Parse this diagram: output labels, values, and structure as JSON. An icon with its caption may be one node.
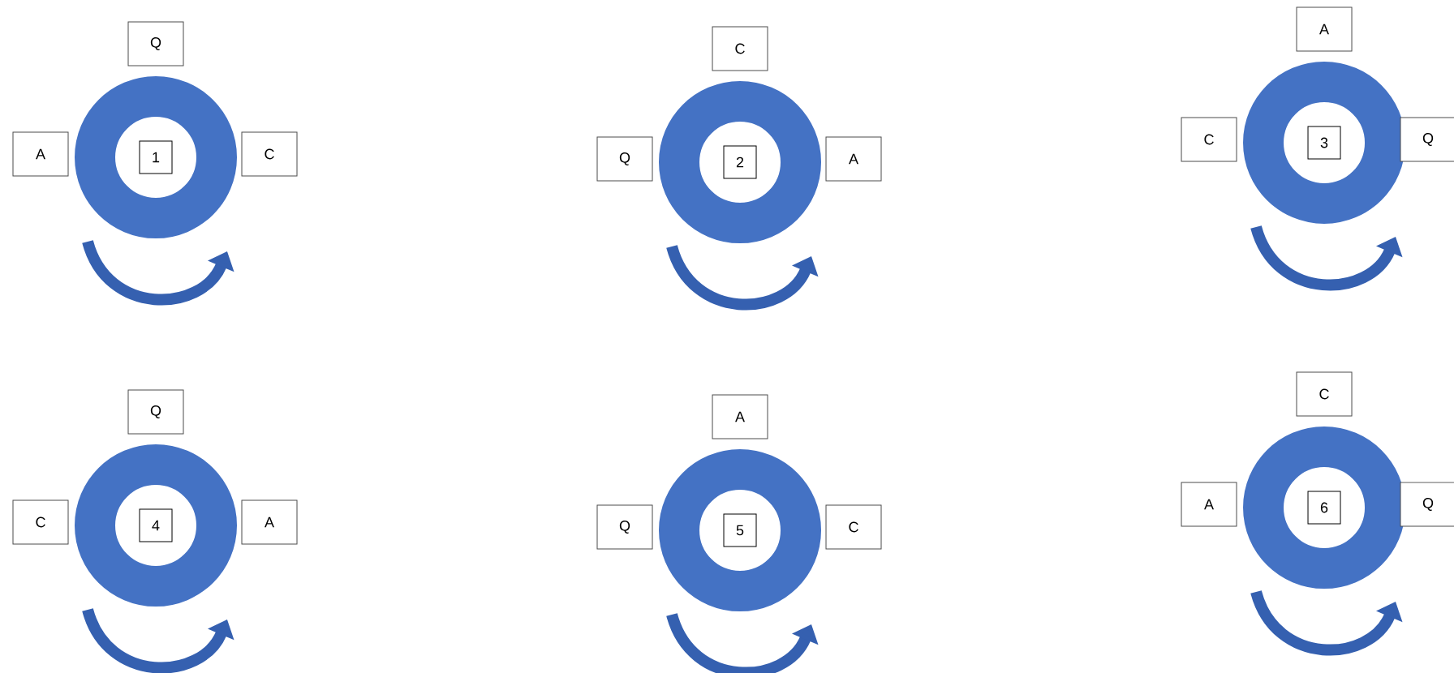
{
  "diagram": {
    "nodes": [
      {
        "text": [
          "Q"
        ]
      },
      {
        "text": [
          "A"
        ]
      },
      {
        "text": [],
        "shape": "circle"
      },
      {
        "text": [
          "1"
        ],
        "in": 2
      },
      {
        "text": [
          "C"
        ]
      },
      {
        "text": [
          "C"
        ]
      },
      {
        "text": [
          "Q"
        ]
      },
      {
        "text": [],
        "shape": "circle"
      },
      {
        "text": [
          "2"
        ],
        "in": 7
      },
      {
        "text": [
          "A"
        ]
      },
      {
        "text": [
          "A"
        ]
      },
      {
        "text": [
          "C"
        ]
      },
      {
        "text": [],
        "shape": "circle"
      },
      {
        "text": [
          "3"
        ],
        "in": 12
      },
      {
        "text": [
          "Q"
        ]
      },
      {
        "text": [
          "Q"
        ]
      },
      {
        "text": [
          "C"
        ]
      },
      {
        "text": [],
        "shape": "circle"
      },
      {
        "text": [
          "4"
        ],
        "in": 17
      },
      {
        "text": [
          "A"
        ]
      },
      {
        "text": [
          "A"
        ]
      },
      {
        "text": [
          "Q"
        ]
      },
      {
        "text": [],
        "shape": "circle"
      },
      {
        "text": [
          "5"
        ],
        "in": 22
      },
      {
        "text": [
          "C"
        ]
      },
      {
        "text": [
          "C"
        ]
      },
      {
        "text": [
          "A"
        ]
      },
      {
        "text": [],
        "shape": "circle"
      },
      {
        "text": [
          "6"
        ],
        "in": 27
      },
      {
        "text": [
          "Q"
        ]
      }
    ]
  }
}
